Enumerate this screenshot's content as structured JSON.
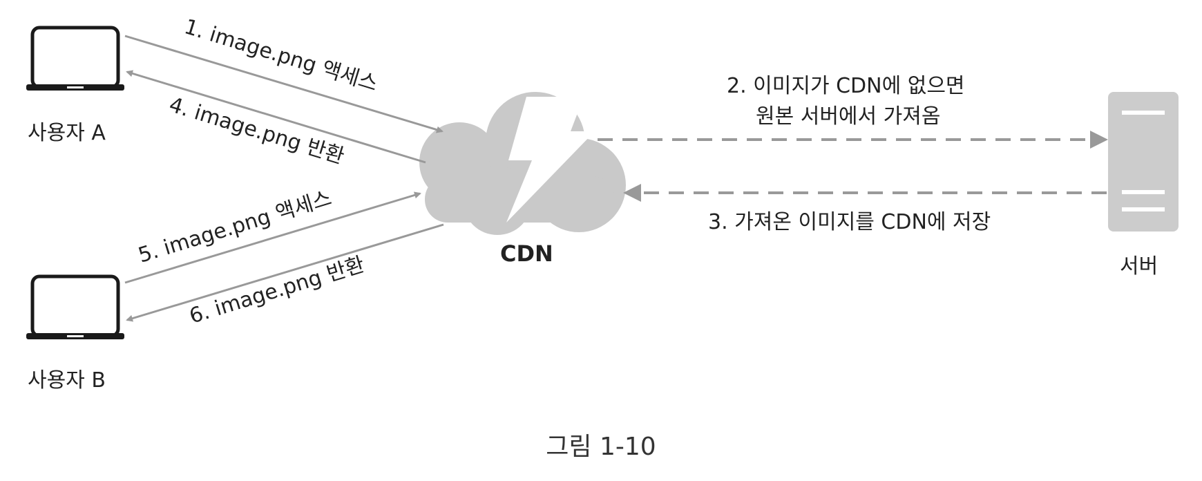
{
  "nodes": {
    "user_a": {
      "label": "사용자 A"
    },
    "user_b": {
      "label": "사용자 B"
    },
    "cdn": {
      "label": "CDN"
    },
    "server": {
      "label": "서버"
    }
  },
  "edges": {
    "e1": "1. image.png 액세스",
    "e2_line1": "2. 이미지가 CDN에 없으면",
    "e2_line2": "원본 서버에서 가져옴",
    "e3": "3. 가져온 이미지를 CDN에 저장",
    "e4": "4. image.png 반환",
    "e5": "5. image.png 액세스",
    "e6": "6. image.png 반환"
  },
  "caption": "그림 1-10",
  "colors": {
    "arrow": "#999999",
    "cloud": "#c9c9c9",
    "server": "#cccccc",
    "laptop": "#1a1a1a",
    "text": "#222222"
  }
}
